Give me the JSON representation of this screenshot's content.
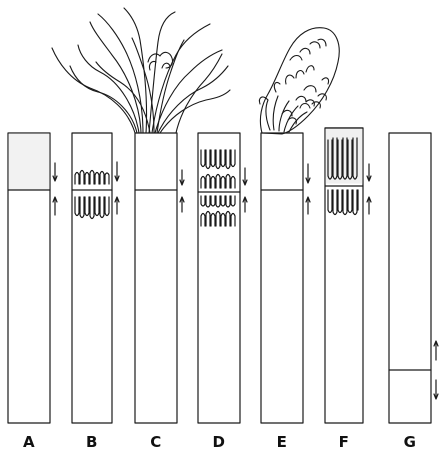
{
  "figure": {
    "panels": [
      {
        "id": "A",
        "label": "A"
      },
      {
        "id": "B",
        "label": "B"
      },
      {
        "id": "C",
        "label": "C"
      },
      {
        "id": "D",
        "label": "D"
      },
      {
        "id": "E",
        "label": "E"
      },
      {
        "id": "F",
        "label": "F"
      },
      {
        "id": "G",
        "label": "G"
      }
    ]
  }
}
